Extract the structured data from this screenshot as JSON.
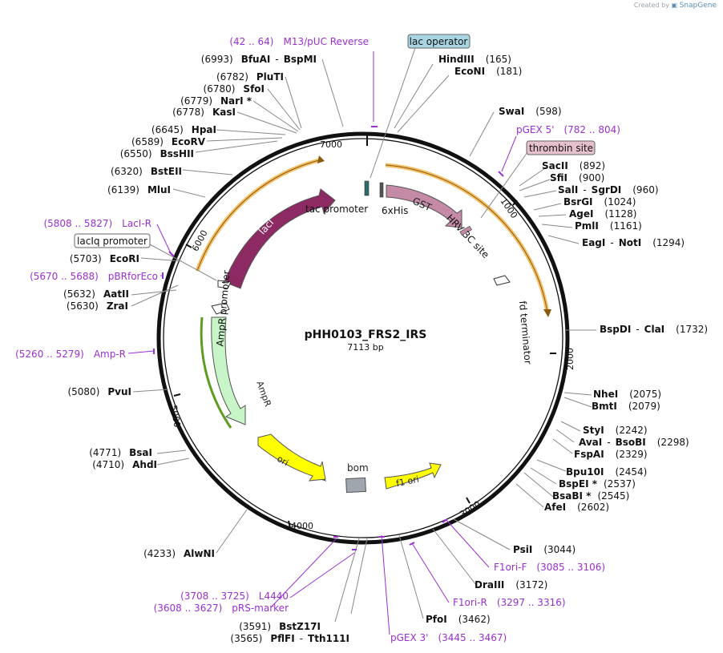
{
  "credit": {
    "prefix": "Created by",
    "brand": "SnapGene"
  },
  "plasmid": {
    "name": "pHH0103_FRS2_IRS",
    "size_label": "7113 bp",
    "length": 7113
  },
  "colors": {
    "backbone": "#111111",
    "enzyme_line": "#8c8c8c",
    "primer": "#9b30d0",
    "lacI": "#8e2a63",
    "GST": "#c48aa6",
    "AmpR": "#c8f5c8",
    "ori": "#ffff00",
    "f1_ori": "#ffff00",
    "orange_arc": "#f2b54c",
    "lac_operator_fill": "#a8d5e2",
    "thrombin_fill": "#e6c0cc",
    "bom": "#a0a6ad"
  },
  "ticks": [
    "1000",
    "2000",
    "3000",
    "4000",
    "5000",
    "6000",
    "7000"
  ],
  "enzymes": [
    {
      "name": "HindIII",
      "pos": "(165)"
    },
    {
      "name": "EcoNI",
      "pos": "(181)"
    },
    {
      "name": "SwaI",
      "pos": "(598)"
    },
    {
      "name": "SacII",
      "pos": "(892)"
    },
    {
      "name": "SfiI",
      "pos": "(900)"
    },
    {
      "name": "SalI",
      "name2": "SgrDI",
      "pos": "(960)"
    },
    {
      "name": "BsrGI",
      "pos": "(1024)"
    },
    {
      "name": "AgeI",
      "pos": "(1128)"
    },
    {
      "name": "PmlI",
      "pos": "(1161)"
    },
    {
      "name": "EagI",
      "name2": "NotI",
      "pos": "(1294)"
    },
    {
      "name": "BspDI",
      "name2": "ClaI",
      "pos": "(1732)"
    },
    {
      "name": "NheI",
      "pos": "(2075)"
    },
    {
      "name": "BmtI",
      "pos": "(2079)"
    },
    {
      "name": "StyI",
      "pos": "(2242)"
    },
    {
      "name": "AvaI",
      "name2": "BsoBI",
      "pos": "(2298)"
    },
    {
      "name": "FspAI",
      "pos": "(2329)"
    },
    {
      "name": "Bpu10I",
      "pos": "(2454)"
    },
    {
      "name": "BspEI *",
      "pos": "(2537)"
    },
    {
      "name": "BsaBI *",
      "pos": "(2545)"
    },
    {
      "name": "AfeI",
      "pos": "(2602)"
    },
    {
      "name": "PsiI",
      "pos": "(3044)"
    },
    {
      "name": "DraIII",
      "pos": "(3172)"
    },
    {
      "name": "PfoI",
      "pos": "(3462)"
    },
    {
      "name": "BstZ17I",
      "pos": "(3591)"
    },
    {
      "name": "PflFI",
      "name2": "Tth111I",
      "pos": "(3565)"
    },
    {
      "name": "AlwNI",
      "pos": "(4233)"
    },
    {
      "name": "BsaI",
      "pos": "(4771)"
    },
    {
      "name": "AhdI",
      "pos": "(4710)"
    },
    {
      "name": "PvuI",
      "pos": "(5080)"
    },
    {
      "name": "AatII",
      "pos": "(5632)"
    },
    {
      "name": "ZraI",
      "pos": "(5630)"
    },
    {
      "name": "EcoRI",
      "pos": "(5703)"
    },
    {
      "name": "MluI",
      "pos": "(6139)"
    },
    {
      "name": "BstEII",
      "pos": "(6320)"
    },
    {
      "name": "BssHII",
      "pos": "(6550)"
    },
    {
      "name": "EcoRV",
      "pos": "(6589)"
    },
    {
      "name": "HpaI",
      "pos": "(6645)"
    },
    {
      "name": "KasI",
      "pos": "(6778)"
    },
    {
      "name": "NarI *",
      "pos": "(6779)"
    },
    {
      "name": "SfoI",
      "pos": "(6780)"
    },
    {
      "name": "PluTI",
      "pos": "(6782)"
    },
    {
      "name": "BfuAI",
      "name2": "BspMI",
      "pos": "(6993)"
    }
  ],
  "primers": [
    {
      "name": "M13/pUC Reverse",
      "range": "(42 .. 64)"
    },
    {
      "name": "pGEX 5'",
      "range": "(782 .. 804)"
    },
    {
      "name": "F1ori-F",
      "range": "(3085 .. 3106)"
    },
    {
      "name": "F1ori-R",
      "range": "(3297 .. 3316)"
    },
    {
      "name": "pGEX 3'",
      "range": "(3445 .. 3467)"
    },
    {
      "name": "L4440",
      "range": "(3708 .. 3725)"
    },
    {
      "name": "pRS-marker",
      "range": "(3608 .. 3627)"
    },
    {
      "name": "Amp-R",
      "range": "(5260 .. 5279)"
    },
    {
      "name": "pBRforEco",
      "range": "(5670 .. 5688)"
    },
    {
      "name": "LacI-R",
      "range": "(5808 .. 5827)"
    }
  ],
  "boxed_labels": {
    "lac_operator": "lac operator",
    "thrombin_site": "thrombin site",
    "laciq_promoter": "lacIq promoter"
  },
  "features": {
    "lacI": "lacI",
    "GST": "GST",
    "AmpR": "AmpR",
    "ori": "ori",
    "f1_ori": "f1 ori",
    "tac_promoter": "tac promoter",
    "his_tag": "6xHis",
    "hrv_site": "HRV 3C site",
    "fd_terminator": "fd terminator",
    "ampr_promoter": "AmpR promoter",
    "bom": "bom"
  }
}
